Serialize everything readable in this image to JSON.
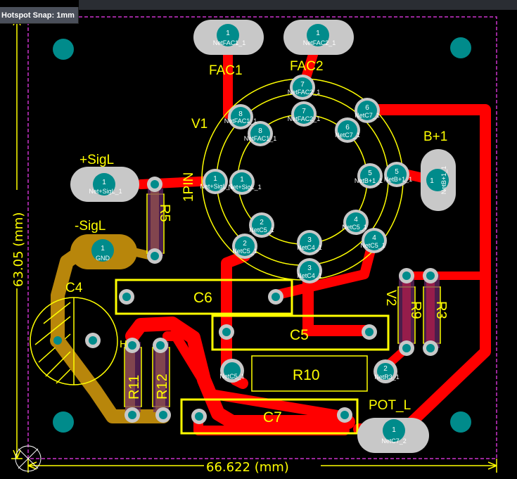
{
  "hud": {
    "snap_text": "Hotspot Snap: 1mm"
  },
  "dimensions": {
    "width": "66.622 (mm)",
    "height": "63.05 (mm)"
  },
  "colors": {
    "board": "#000000",
    "top_copper": "#ff0000",
    "bottom_copper": "#b8860b",
    "silkscreen": "#ffff00",
    "pad": "#008b8b",
    "outline": "#ff00ff"
  },
  "designators": {
    "fac1": "FAC1",
    "fac2": "FAC2",
    "v1": "V1",
    "pin1": "1PIN",
    "bplus": "B+1",
    "sigl_plus": "+SigL",
    "sigl_minus": "-SigL",
    "c4": "C4",
    "c6": "C6",
    "c5": "C5",
    "c7": "C7",
    "r10": "R10",
    "r11": "R11",
    "r12": "R12",
    "r5": "R5",
    "r9": "R9",
    "r3": "R3",
    "v2": "V2",
    "pot_l": "POT_L",
    "h": "H"
  },
  "pads": {
    "fac1_pad": {
      "num": "1",
      "net": "NetFAC1_1"
    },
    "fac2_pad": {
      "num": "1",
      "net": "NetFAC2_1"
    },
    "sigl_pad": {
      "num": "1",
      "net": "Net+SigL_1"
    },
    "gnd_pad": {
      "num": "1",
      "net": "GND"
    },
    "bplus_pad": {
      "num": "1",
      "net": "NetB+1_1"
    },
    "potl_pad": {
      "num": "1",
      "net": "NetC7_2"
    },
    "v1_pin8": {
      "num": "8",
      "net": "NetFAC1_1"
    },
    "v1_pin7": {
      "num": "7",
      "net": "NetFAC2_1"
    },
    "v1_pin6": {
      "num": "6",
      "net": "NetC7_1"
    },
    "v1_pin5": {
      "num": "5",
      "net": "NetB+1_1"
    },
    "v1_pin4": {
      "num": "4",
      "net": "NetC5_1"
    },
    "v1_pin3": {
      "num": "3",
      "net": "NetC4_1"
    },
    "v1_pin2": {
      "num": "2",
      "net": "NetC5_1"
    },
    "v1_pin1": {
      "num": "1",
      "net": "Net+SigL_1"
    },
    "r10_pin1": {
      "num": "",
      "net": "NetC5_1"
    },
    "r10_pin2": {
      "num": "2",
      "net": "NetR3_1"
    }
  }
}
